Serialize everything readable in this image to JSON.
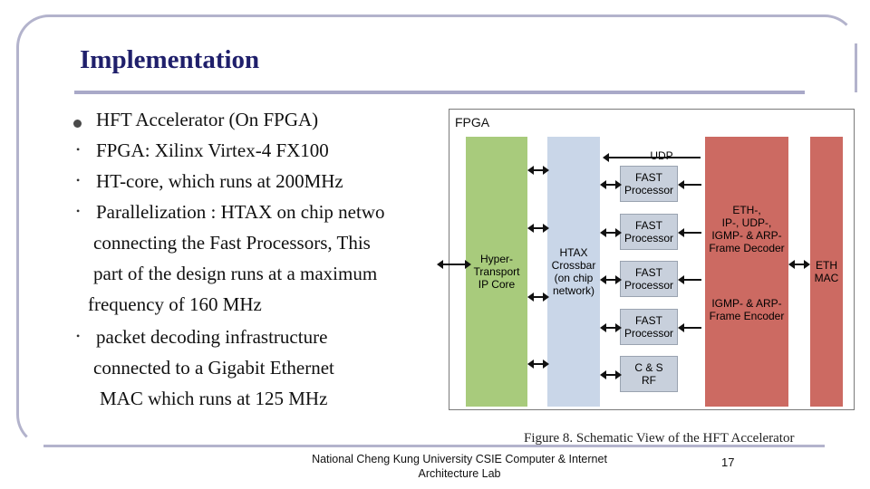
{
  "slide": {
    "title": "Implementation",
    "bullets": [
      "HFT Accelerator (On FPGA)",
      "FPGA: Xilinx Virtex-4 FX100",
      "HT-core, which runs at 200MHz",
      "Parallelization : HTAX on chip netwo",
      "connecting the Fast Processors, This",
      "part of the design runs at a maximum",
      "frequency of 160 MHz",
      "packet decoding infrastructure",
      "connected to a Gigabit Ethernet",
      "MAC which runs at 125 MHz"
    ],
    "footer": "National Cheng Kung University CSIE Computer & Internet Architecture Lab",
    "page_number": "17"
  },
  "figure": {
    "fpga_label": "FPGA",
    "ht_core": "Hyper-\nTransport\nIP Core",
    "htax": "HTAX\nCrossbar\n(on chip\nnetwork)",
    "udp_label": "UDP",
    "fast_processor": "FAST\nProcessor",
    "cs_rf": "C & S\nRF",
    "decoder": "ETH-,\nIP-, UDP-,\nIGMP- & ARP-\nFrame Decoder",
    "encoder": "IGMP- & ARP-\nFrame Encoder",
    "eth_mac": "ETH\nMAC",
    "caption": "Figure 8. Schematic View of the HFT Accelerator"
  },
  "colors": {
    "title": "#1f1f6b",
    "frame": "#b3b3cc",
    "ht_core": "#a8cb7c",
    "htax": "#c9d6e8",
    "decoder": "#cc6a62"
  }
}
